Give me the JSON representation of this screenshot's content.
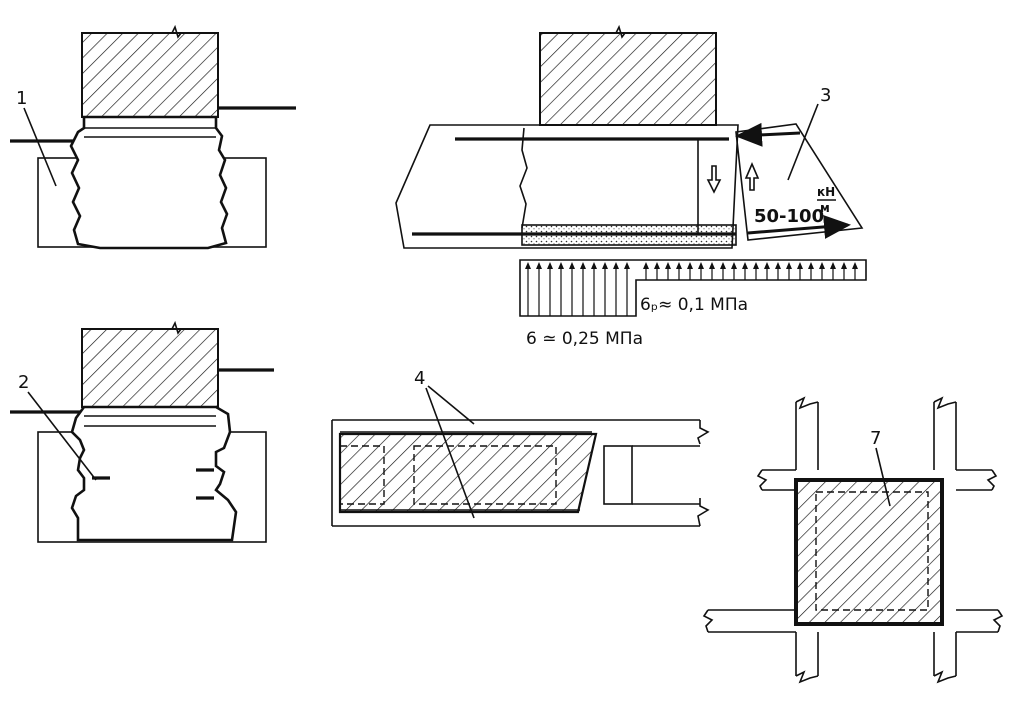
{
  "labels": {
    "callout_1": "1",
    "callout_2": "2",
    "callout_3": "3",
    "callout_4": "4",
    "callout_7": "7"
  },
  "annotations": {
    "force_value": "50-100",
    "force_unit_num": "кН",
    "force_unit_den": "м",
    "stress_p": "6ₚ≈ 0,1 МПа",
    "stress": "6 ≃ 0,25 МПа"
  },
  "colors": {
    "ink": "#111111",
    "paper": "#ffffff"
  }
}
